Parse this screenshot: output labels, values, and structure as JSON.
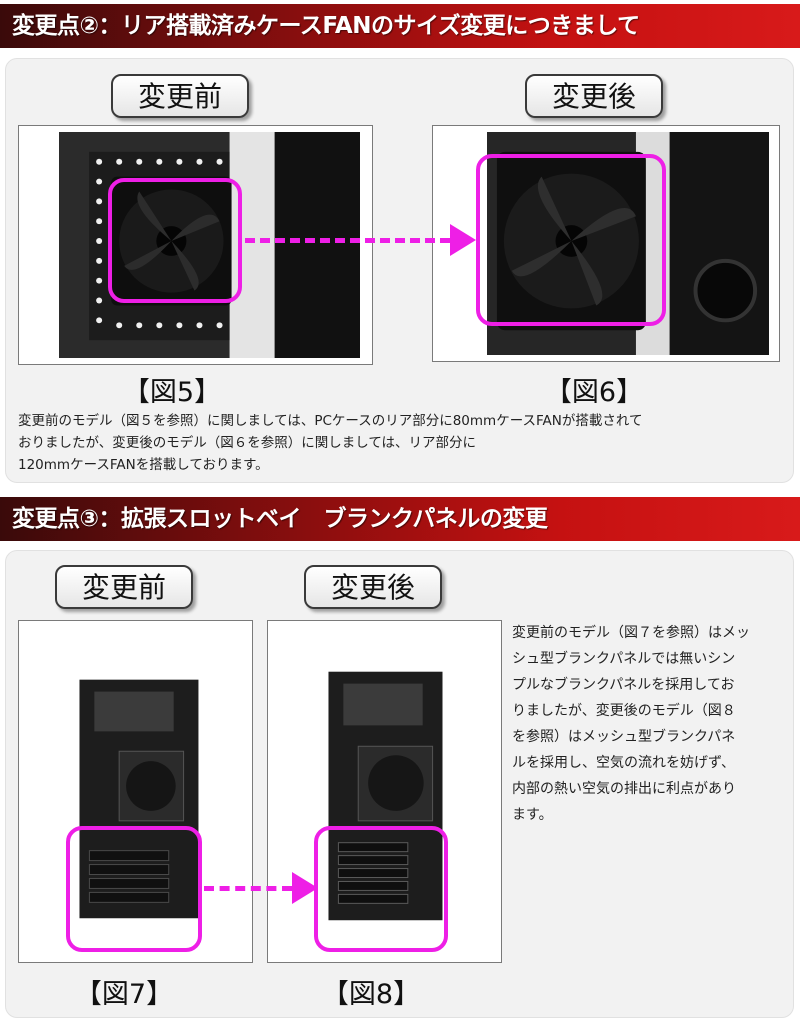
{
  "section2": {
    "title": "変更点②：リア搭載済みケースFANのサイズ変更につきまして",
    "before_label": "変更前",
    "after_label": "変更後",
    "fig_left": "【図5】",
    "fig_right": "【図6】",
    "description_lines": [
      "変更前のモデル（図５を参照）に関しましては、PCケースのリア部分に80mmケースFANが搭載されて",
      "おりましたが、変更後のモデル（図６を参照）に関しましては、リア部分に",
      "120mmケースFANを搭載しております。"
    ]
  },
  "section3": {
    "title": "変更点③：拡張スロットベイ　ブランクパネルの変更",
    "before_label": "変更前",
    "after_label": "変更後",
    "fig_left": "【図7】",
    "fig_right": "【図8】",
    "description_lines": [
      "変更前のモデル（図７を参照）はメッ",
      "シュ型ブランクパネルでは無いシン",
      "プルなブランクパネルを採用してお",
      "りましたが、変更後のモデル（図８",
      "を参照）はメッシュ型ブランクパネ",
      "ルを採用し、空気の流れを妨げず、",
      "内部の熱い空気の排出に利点があり",
      "ます。"
    ]
  },
  "colors": {
    "header_dark": "#3a0a0a",
    "header_red": "#d81a1a",
    "highlight_magenta": "#ee1fe6",
    "panel_gray": "#f2f2f2"
  }
}
